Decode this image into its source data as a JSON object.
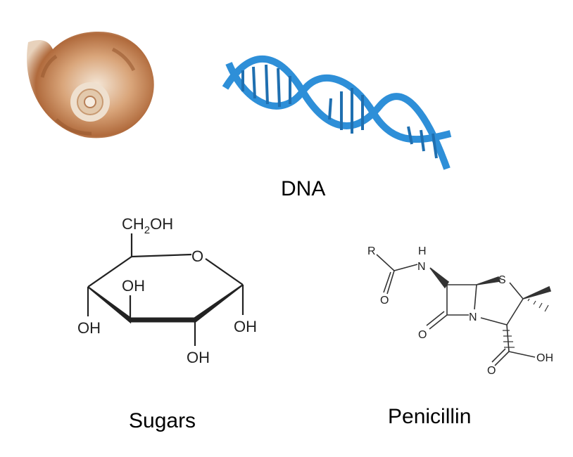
{
  "labels": {
    "dna": "DNA",
    "sugars": "Sugars",
    "penicillin": "Penicillin"
  },
  "sugar_atoms": {
    "ch2oh_c": "CH",
    "ch2oh_sub": "2",
    "ch2oh_oh": "OH",
    "ring_o": "O",
    "oh": "OH"
  },
  "penicillin_atoms": {
    "r": "R",
    "h": "H",
    "n": "N",
    "o": "O",
    "s": "S",
    "oh": "OH"
  },
  "colors": {
    "dna": "#2e8fd8",
    "shell": "#b5784a"
  }
}
